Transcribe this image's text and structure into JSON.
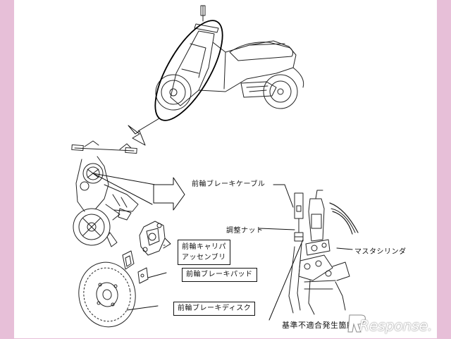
{
  "labels": {
    "caliper_line1": "前輪キャリパ",
    "caliper_line2": "アッセンブリ",
    "brake_pad": "前輪ブレーキパッド",
    "brake_disc": "前輪ブレーキディスク",
    "brake_cable": "前輪ブレーキケーブル",
    "adjust_nut": "調整ナット",
    "master_cylinder": "マスタシリンダ",
    "nonconformity_location": "基準不適合発生箇所"
  },
  "watermark": {
    "text": "Response."
  }
}
